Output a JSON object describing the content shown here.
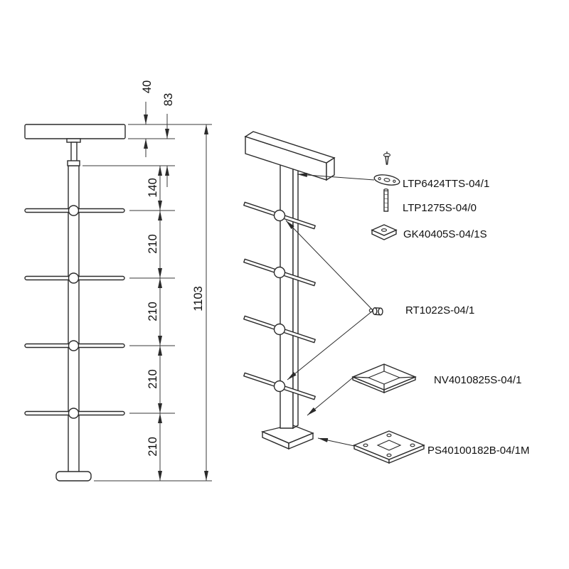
{
  "drawing": {
    "elevation": {
      "dim_40": "40",
      "dim_83": "83",
      "dim_140": "140",
      "dim_210_1": "210",
      "dim_210_2": "210",
      "dim_210_3": "210",
      "dim_210_4": "210",
      "dim_total": "1103"
    },
    "parts": {
      "top_plate": "LTP6424TTS-04/1",
      "stud": "LTP1275S-04/0",
      "cap": "GK40405S-04/1S",
      "holder": "RT1022S-04/1",
      "cover": "NV4010825S-04/1",
      "base_plate": "PS40100182B-04/1M"
    }
  }
}
